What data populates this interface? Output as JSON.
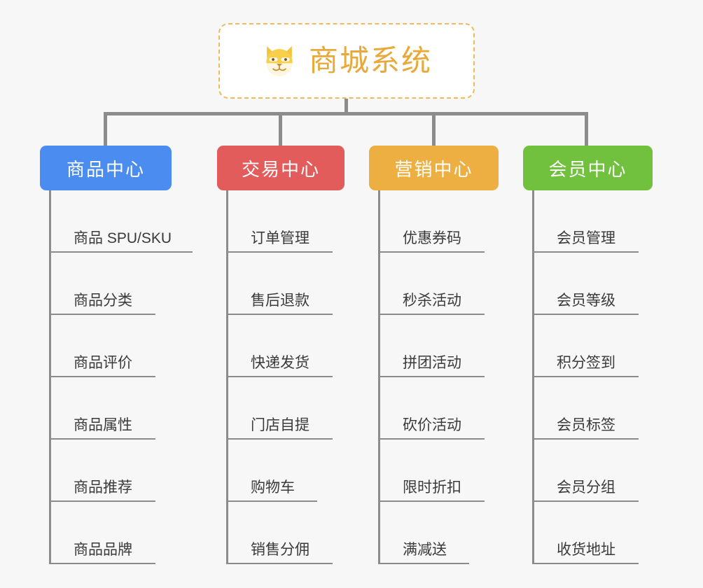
{
  "page": {
    "background_color": "#f7f7f7",
    "line_color": "#8c8c8c"
  },
  "root": {
    "title": "商城系统",
    "icon": "dog-face-icon",
    "text_color": "#e9a93a",
    "border_color": "#f0b95c",
    "background_color": "#ffffff"
  },
  "columns": [
    {
      "title": "商品中心",
      "color": "#4a8cf0",
      "items": [
        {
          "label": "商品 SPU/SKU",
          "underline_width": 205
        },
        {
          "label": "商品分类",
          "underline_width": 152
        },
        {
          "label": "商品评价",
          "underline_width": 152
        },
        {
          "label": "商品属性",
          "underline_width": 152
        },
        {
          "label": "商品推荐",
          "underline_width": 152
        },
        {
          "label": "商品品牌",
          "underline_width": 152
        }
      ]
    },
    {
      "title": "交易中心",
      "color": "#e25c5c",
      "items": [
        {
          "label": "订单管理",
          "underline_width": 152
        },
        {
          "label": "售后退款",
          "underline_width": 152
        },
        {
          "label": "快递发货",
          "underline_width": 152
        },
        {
          "label": "门店自提",
          "underline_width": 152
        },
        {
          "label": "购物车",
          "underline_width": 130
        },
        {
          "label": "销售分佣",
          "underline_width": 152
        }
      ]
    },
    {
      "title": "营销中心",
      "color": "#edaf41",
      "items": [
        {
          "label": "优惠券码",
          "underline_width": 152
        },
        {
          "label": "秒杀活动",
          "underline_width": 152
        },
        {
          "label": "拼团活动",
          "underline_width": 152
        },
        {
          "label": "砍价活动",
          "underline_width": 152
        },
        {
          "label": "限时折扣",
          "underline_width": 152
        },
        {
          "label": "满减送",
          "underline_width": 130
        }
      ]
    },
    {
      "title": "会员中心",
      "color": "#71c13e",
      "items": [
        {
          "label": "会员管理",
          "underline_width": 152
        },
        {
          "label": "会员等级",
          "underline_width": 152
        },
        {
          "label": "积分签到",
          "underline_width": 152
        },
        {
          "label": "会员标签",
          "underline_width": 152
        },
        {
          "label": "会员分组",
          "underline_width": 152
        },
        {
          "label": "收货地址",
          "underline_width": 152
        }
      ]
    }
  ]
}
